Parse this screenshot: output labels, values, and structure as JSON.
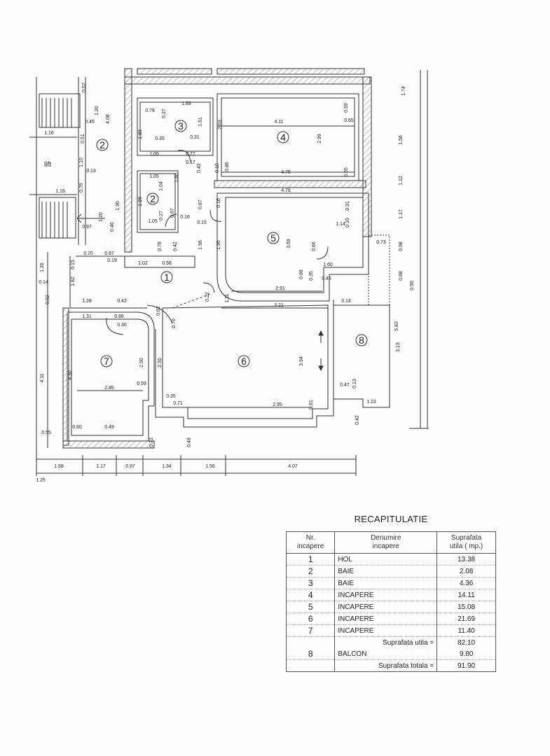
{
  "plan": {
    "rooms": [
      {
        "num": "1"
      },
      {
        "num": "2"
      },
      {
        "num": "2"
      },
      {
        "num": "3"
      },
      {
        "num": "4"
      },
      {
        "num": "5"
      },
      {
        "num": "6"
      },
      {
        "num": "7"
      },
      {
        "num": "8"
      }
    ],
    "lift_label": "lift",
    "dims": [
      "0.52",
      "1.20",
      "4.08",
      "0.45",
      "1.16",
      "0.51",
      "1.10",
      "0.13",
      "0.76",
      "1.16",
      "1.20",
      "0.97",
      "0.46",
      "1.90",
      "0.79",
      "1.89",
      "0.27",
      "1.61",
      "0.35",
      "0.31",
      "1.05",
      "1.89",
      "0.77",
      "0.17",
      "0.42",
      "1.80",
      "1.05",
      "1.04",
      "1.98",
      "0.27",
      "0.67",
      "0.16",
      "1.05",
      "0.15",
      "0.78",
      "0.42",
      "1.02",
      "0.58",
      "0.87",
      "0.19",
      "0.70",
      "0.15",
      "2.03",
      "4.11",
      "0.59",
      "0.65",
      "2.99",
      "0.10",
      "0.86",
      "4.75",
      "0.65",
      "4.76",
      "0.16",
      "0.87",
      "0.31",
      "1.14",
      "0.10",
      "1.96",
      "1.96",
      "3.69",
      "0.66",
      "1.60",
      "0.88",
      "0.35",
      "0.45",
      "1.11",
      "0.22",
      "2.91",
      "3.21",
      "0.13",
      "1.74",
      "1.56",
      "1.12",
      "1.17",
      "0.98",
      "0.88",
      "0.50",
      "0.73",
      "1.26",
      "0.14",
      "0.92",
      "1.82",
      "1.28",
      "0.42",
      "0.62",
      "1.31",
      "0.86",
      "0.30",
      "0.70",
      "4.30",
      "2.50",
      "2.55",
      "3.94",
      "5.83",
      "3.13",
      "4.11",
      "2.85",
      "0.59",
      "0.35",
      "0.71",
      "2.95",
      "0.81",
      "0.47",
      "0.13",
      "1.23",
      "0.60",
      "0.49",
      "0.73",
      "0.49",
      "0.42",
      "0.55",
      "1.58",
      "1.17",
      "0.97",
      "1.34",
      "1.56",
      "4.07",
      "1.25"
    ]
  },
  "summary": {
    "title": "RECAPITULATIE",
    "headers": [
      "Nr.\nincapere",
      "Denumire\nincapere",
      "Suprafata\nutila ( mp.)"
    ],
    "rows": [
      {
        "nr": "1",
        "name": "HOL",
        "area": "13.38"
      },
      {
        "nr": "2",
        "name": "BAIE",
        "area": "2.08"
      },
      {
        "nr": "3",
        "name": "BAIE",
        "area": "4.36"
      },
      {
        "nr": "4",
        "name": "INCAPERE",
        "area": "14.11"
      },
      {
        "nr": "5",
        "name": "INCAPERE",
        "area": "15.08"
      },
      {
        "nr": "6",
        "name": "INCAPERE",
        "area": "21.69"
      },
      {
        "nr": "7",
        "name": "INCAPERE",
        "area": "11.40"
      }
    ],
    "subtotal_label": "Suprafata utila =",
    "subtotal_value": "82.10",
    "balcony": {
      "nr": "8",
      "name": "BALCON",
      "area": "9.80"
    },
    "total_label": "Suprafata totala =",
    "total_value": "91.90"
  }
}
